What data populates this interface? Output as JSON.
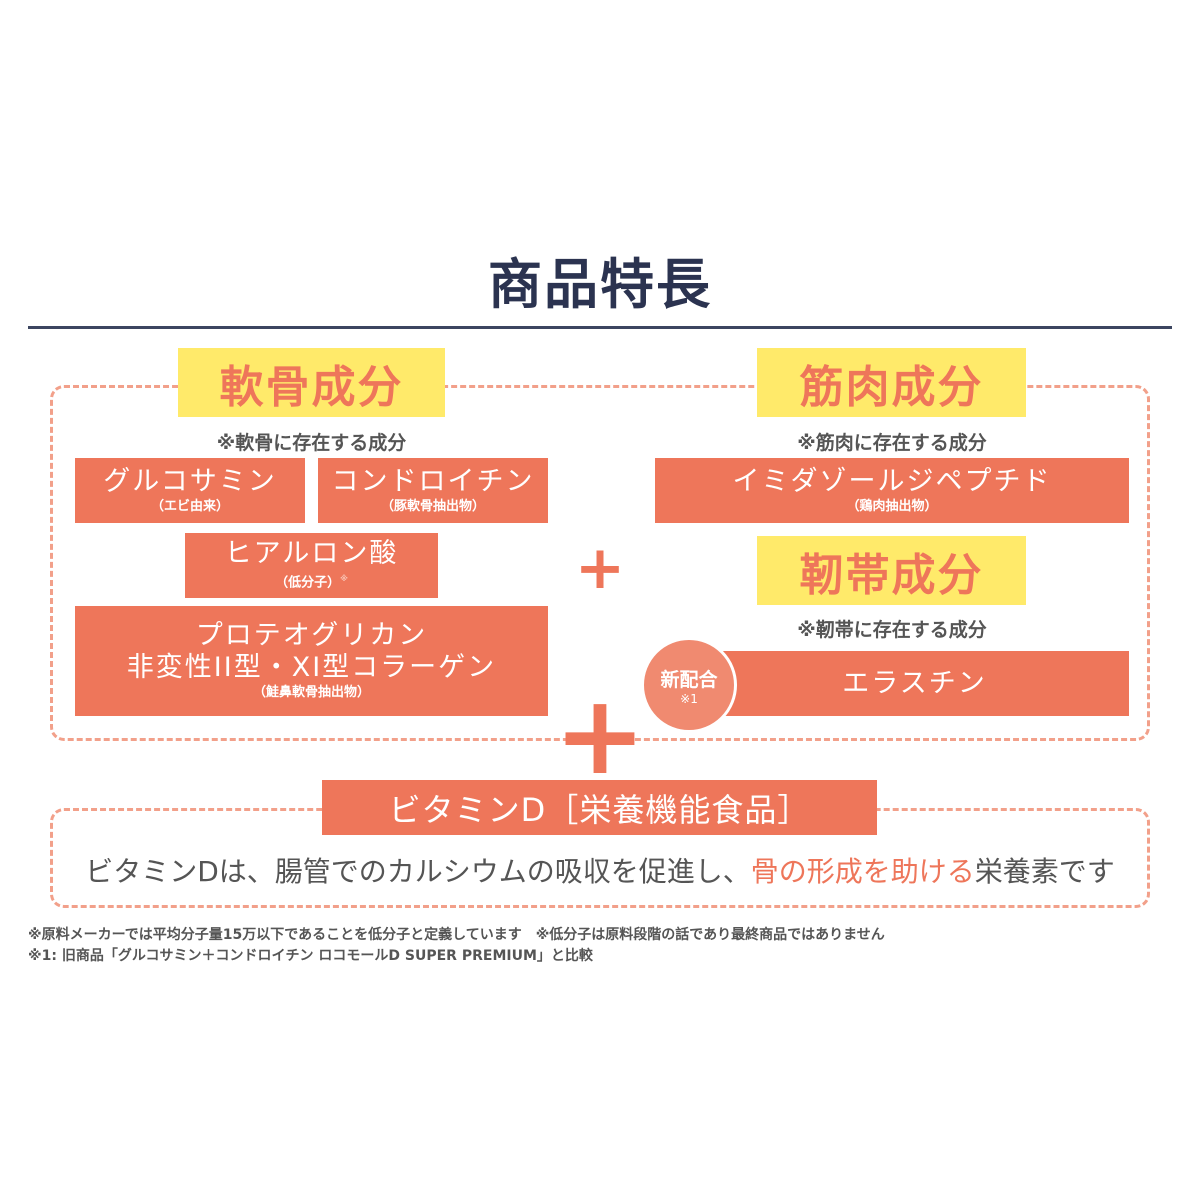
{
  "title": "商品特長",
  "cartilage": {
    "heading": "軟骨成分",
    "note": "※軟骨に存在する成分",
    "items": [
      {
        "name": "グルコサミン",
        "source": "（エビ由来）"
      },
      {
        "name": "コンドロイチン",
        "source": "（豚軟骨抽出物）"
      },
      {
        "name": "ヒアルロン酸",
        "source": "（低分子）",
        "mark": "※"
      },
      {
        "name_line1": "プロテオグリカン",
        "name_line2": "非変性II型・XI型コラーゲン",
        "source": "（鮭鼻軟骨抽出物）"
      }
    ]
  },
  "muscle": {
    "heading": "筋肉成分",
    "note": "※筋肉に存在する成分",
    "items": [
      {
        "name": "イミダゾールジペプチド",
        "source": "（鶏肉抽出物）"
      }
    ]
  },
  "ligament": {
    "heading": "靭帯成分",
    "note": "※靭帯に存在する成分",
    "badge_line1": "新配合",
    "badge_line2": "※1",
    "items": [
      {
        "name": "エラスチン"
      }
    ]
  },
  "plus": "+",
  "vitamin": {
    "heading": "ビタミンD［栄養機能食品］",
    "text_pre": "ビタミンDは、腸管でのカルシウムの吸収を促進し、",
    "text_highlight": "骨の形成を助ける",
    "text_post": "栄養素です"
  },
  "footnotes": [
    "※原料メーカーでは平均分子量15万以下であることを低分子と定義しています　※低分子は原料段階の話であり最終商品ではありません",
    "※1: 旧商品「グルコサミン＋コンドロイチン ロコモールD SUPER PREMIUM」と比較"
  ],
  "colors": {
    "accent": "#ee765a",
    "yellow": "#ffea6a",
    "title": "#2b3350"
  }
}
